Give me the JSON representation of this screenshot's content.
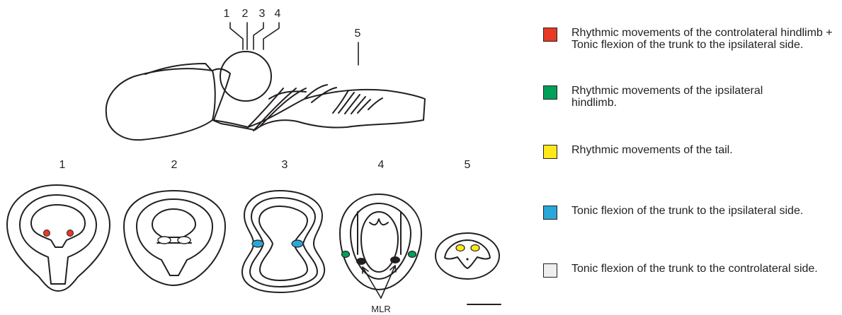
{
  "section_numbers": [
    "1",
    "2",
    "3",
    "4",
    "5"
  ],
  "mlr_label": "MLR",
  "legend": [
    {
      "color": "#e63a25",
      "text": "Rhythmic movements of the controlateral hindlimb + Tonic flexion of the trunk to the ipsilateral side."
    },
    {
      "color": "#00a05a",
      "text": "Rhythmic movements of the ipsilateral hindlimb."
    },
    {
      "color": "#ffe81a",
      "text": "Rhythmic movements of the tail."
    },
    {
      "color": "#2aa7d9",
      "text": "Tonic flexion of the trunk to the ipsilateral side."
    },
    {
      "color": "#eeeeee",
      "text": "Tonic flexion of the trunk to the controlateral side."
    }
  ],
  "colors": {
    "red": "#e63a25",
    "green": "#00a05a",
    "yellow": "#ffe81a",
    "blue": "#2aa7d9",
    "light": "#eeeeee",
    "black": "#231f20"
  }
}
